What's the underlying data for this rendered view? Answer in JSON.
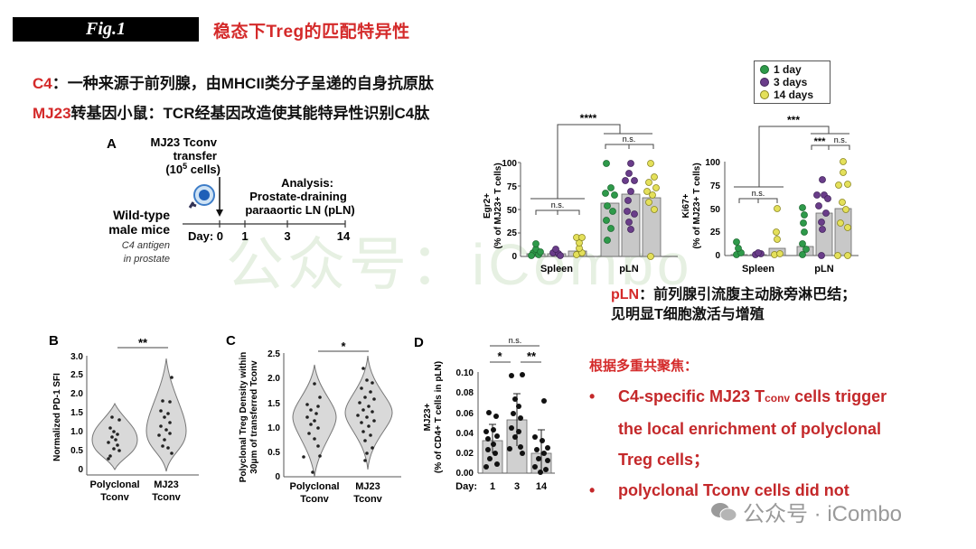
{
  "header": {
    "fig_label": "Fig.1",
    "title": "稳态下Treg的匹配特异性"
  },
  "intro": {
    "line1_key": "C4",
    "line1_text": "：一种来源于前列腺，由MHCII类分子呈递的自身抗原肽",
    "line2_key": "MJ23",
    "line2_text": "转基因小鼠：TCR经基因改造使其能特异性识别C4肽"
  },
  "panel_a": {
    "label": "A",
    "transfer_line1": "MJ23 Tconv",
    "transfer_line2": "transfer",
    "transfer_line3_pre": "(10",
    "transfer_line3_sup": "5",
    "transfer_line3_post": " cells)",
    "analysis_line1": "Analysis:",
    "analysis_line2": "Prostate-draining",
    "analysis_line3": "paraaortic LN (pLN)",
    "mice_line1": "Wild-type",
    "mice_line2": "male mice",
    "antigen_line1": "C4 antigen",
    "antigen_line2": "in prostate",
    "day_label": "Day: 0",
    "days": [
      "1",
      "3",
      "14"
    ]
  },
  "legend": {
    "items": [
      {
        "label": "1 day",
        "color": "#2e9a4a"
      },
      {
        "label": "3 days",
        "color": "#6a3d8a"
      },
      {
        "label": "14 days",
        "color": "#e4e05a"
      }
    ]
  },
  "pln_note": {
    "key": "pLN",
    "line1": "：前列腺引流腹主动脉旁淋巴结；",
    "line2": "见明显T细胞激活与增殖"
  },
  "conclusions": {
    "heading": "根据多重共聚焦：",
    "bullet1_pre": "C4-specific MJ23 T",
    "bullet1_sub": "conv",
    "bullet1_post": " cells trigger",
    "bullet1_line2": "the local enrichment of polyclonal",
    "bullet1_line3": "Treg cells；",
    "bullet2": "polyclonal Tconv cells did not",
    "bullet_glyph": "•"
  },
  "watermark": {
    "center": "公众号：iCombo",
    "corner": "公众号 · iCombo"
  },
  "chart_data": [
    {
      "id": "egr2",
      "type": "bar",
      "title": "",
      "ylabel": "Egr2+ (% of MJ23+ T cells)",
      "categories": [
        "Spleen",
        "pLN"
      ],
      "ylim": [
        0,
        100
      ],
      "yticks": [
        0,
        25,
        50,
        75,
        100
      ],
      "series": [
        {
          "name": "1 day",
          "color": "#2e9a4a",
          "values": [
            3,
            57
          ]
        },
        {
          "name": "3 days",
          "color": "#6a3d8a",
          "values": [
            3,
            66
          ]
        },
        {
          "name": "14 days",
          "color": "#e4e05a",
          "values": [
            6,
            62
          ]
        }
      ],
      "annotations": [
        "****",
        "n.s.",
        "n.s."
      ],
      "legend_position": "top-right"
    },
    {
      "id": "ki67",
      "type": "bar",
      "title": "",
      "ylabel": "Ki67+ (% of MJ23+ T cells)",
      "categories": [
        "Spleen",
        "pLN"
      ],
      "ylim": [
        0,
        100
      ],
      "yticks": [
        0,
        25,
        50,
        75,
        100
      ],
      "series": [
        {
          "name": "1 day",
          "color": "#2e9a4a",
          "values": [
            2,
            10
          ]
        },
        {
          "name": "3 days",
          "color": "#6a3d8a",
          "values": [
            1,
            45
          ]
        },
        {
          "name": "14 days",
          "color": "#e4e05a",
          "values": [
            8,
            50
          ]
        }
      ],
      "annotations": [
        "***",
        "***",
        "n.s.",
        "n.s."
      ]
    },
    {
      "id": "B",
      "type": "violin",
      "panel_label": "B",
      "ylabel": "Normalized PD-1 SFI",
      "categories": [
        "Polyclonal Tconv",
        "MJ23 Tconv"
      ],
      "ylim": [
        0,
        3.0
      ],
      "yticks": [
        0,
        0.5,
        1.0,
        1.5,
        2.0,
        2.5,
        3.0
      ],
      "medians": [
        0.85,
        1.1
      ],
      "annotations": [
        "**"
      ]
    },
    {
      "id": "C",
      "type": "violin",
      "panel_label": "C",
      "ylabel": "Polyclonal Treg Density within 30μm of transferred Tconv",
      "categories": [
        "Polyclonal Tconv",
        "MJ23 Tconv"
      ],
      "ylim": [
        0,
        2.5
      ],
      "yticks": [
        0,
        0.5,
        1.0,
        1.5,
        2.0,
        2.5
      ],
      "medians": [
        1.05,
        1.25
      ],
      "annotations": [
        "*"
      ]
    },
    {
      "id": "D",
      "type": "bar",
      "panel_label": "D",
      "ylabel": "MJ23+ (% of CD4+ T cells in pLN)",
      "xlabel": "Day:",
      "categories": [
        "1",
        "3",
        "14"
      ],
      "values": [
        0.032,
        0.053,
        0.02
      ],
      "ylim": [
        0,
        0.1
      ],
      "yticks": [
        0.0,
        0.02,
        0.04,
        0.06,
        0.08,
        0.1
      ],
      "annotations": [
        "n.s.",
        "*",
        "**"
      ]
    }
  ],
  "axis_text": {
    "egr2_y1": "Egr2+",
    "egr2_y2": "(% of MJ23+ T cells)",
    "ki67_y1": "Ki67+",
    "ki67_y2": "(% of MJ23+ T cells)",
    "spleen": "Spleen",
    "pln": "pLN",
    "b_label": "B",
    "b_ylabel": "Normalized PD-1 SFI",
    "c_label": "C",
    "c_ylabel1": "Polyclonal Treg Density within",
    "c_ylabel2": "30μm of transferred Tconv",
    "d_label": "D",
    "d_ylabel1": "MJ23+",
    "d_ylabel2": "(% of CD4+ T cells in pLN)",
    "polyclonal": "Polyclonal",
    "mj23": "MJ23",
    "tconv": "Tconv",
    "day": "Day:",
    "ns": "n.s.",
    "s1": "*",
    "s2": "**",
    "s3": "***",
    "s4": "****"
  }
}
